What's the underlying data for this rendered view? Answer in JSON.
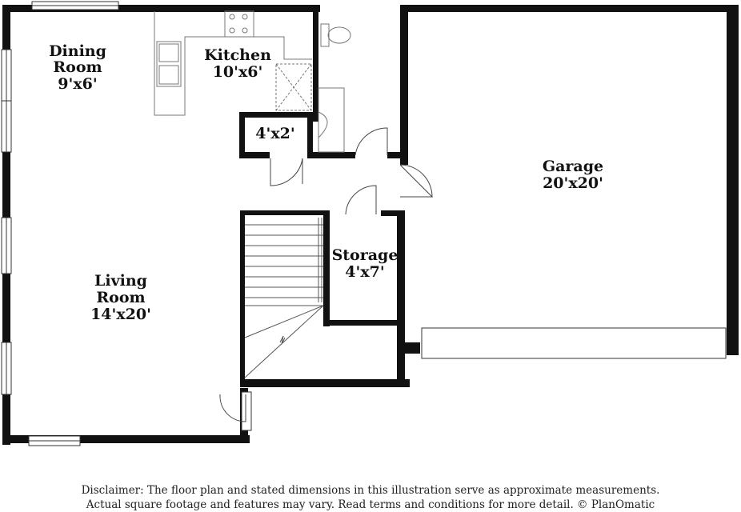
{
  "rooms": {
    "dining": {
      "name_line1": "Dining",
      "name_line2": "Room",
      "size": "9'x6'"
    },
    "kitchen": {
      "name": "Kitchen",
      "size": "10'x6'"
    },
    "closet": {
      "size": "4'x2'"
    },
    "garage": {
      "name": "Garage",
      "size": "20'x20'"
    },
    "storage": {
      "name": "Storage",
      "size": "4'x7'"
    },
    "living": {
      "name_line1": "Living",
      "name_line2": "Room",
      "size": "14'x20'"
    }
  },
  "disclaimer": {
    "line1": "Disclaimer: The floor plan and stated dimensions in this illustration serve as approximate measurements.",
    "line2": "Actual square footage and features may vary. Read terms and conditions for more detail. © PlanOmatic"
  },
  "colors": {
    "wall": "#111111",
    "fixture": "#777777",
    "background": "#ffffff"
  }
}
